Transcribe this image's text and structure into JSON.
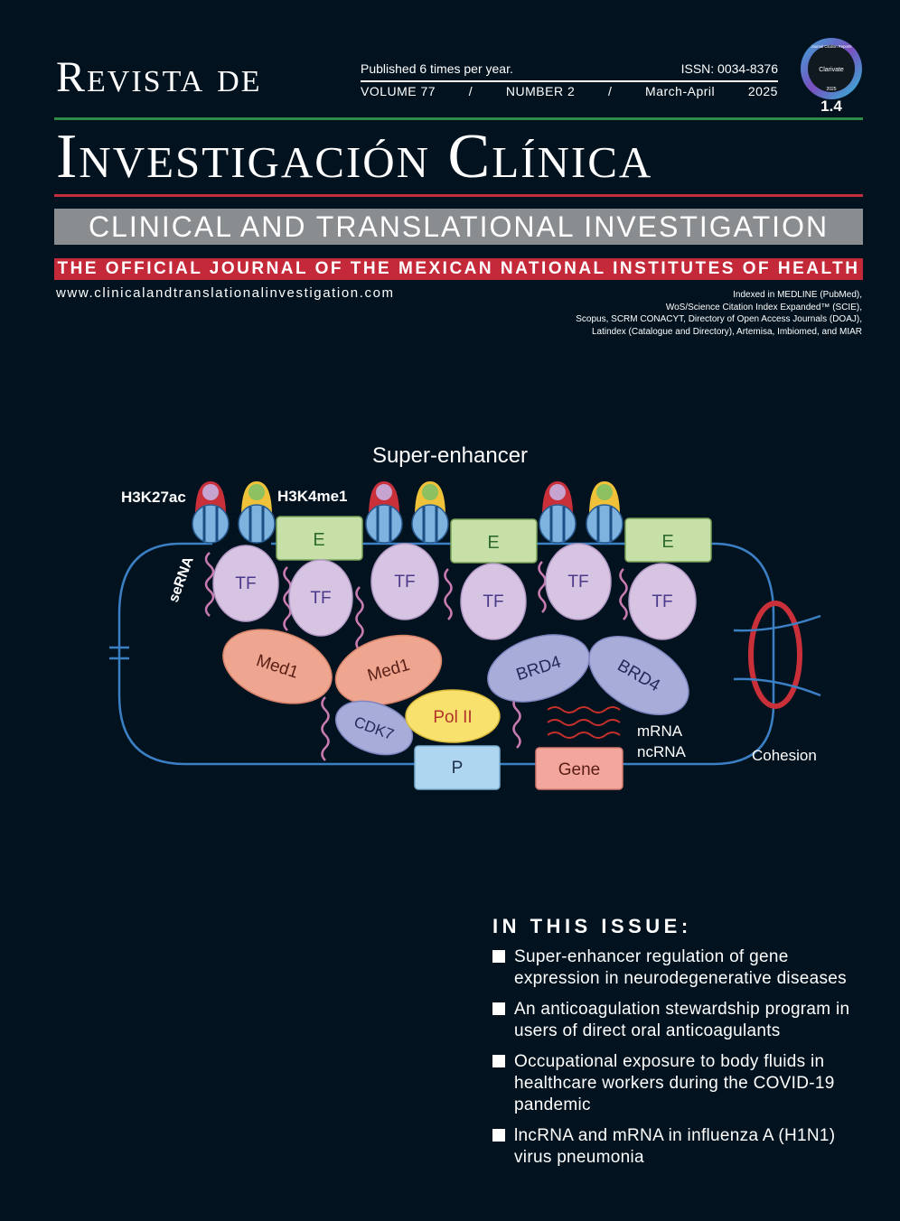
{
  "masthead": {
    "title_line1": "Revista de",
    "title_line2": "Investigación Clínica",
    "subtitle": "CLINICAL AND TRANSLATIONAL INVESTIGATION",
    "official": "THE OFFICIAL JOURNAL OF THE MEXICAN NATIONAL INSTITUTES OF HEALTH",
    "website": "www.clinicalandtranslationalinvestigation.com"
  },
  "publication": {
    "frequency": "Published 6 times per year.",
    "issn": "ISSN: 0034-8376",
    "volume": "VOLUME  77",
    "sep1": "/",
    "number": "NUMBER  2",
    "sep2": "/",
    "period": "March-April",
    "year": "2025"
  },
  "badge": {
    "ring_text": "Journal Citation Reports",
    "brand": "Clarivate",
    "year": "2025",
    "impact": "1.4"
  },
  "indexed": [
    "Indexed in MEDLINE (PubMed),",
    "WoS/Science Citation Index Expanded™ (SCIE),",
    "Scopus, SCRM CONACYT, Directory of Open Access Journals (DOAJ),",
    "Latindex (Catalogue and Directory), Artemisa, Imbiomed, and MIAR"
  ],
  "figure": {
    "title": "Super-enhancer",
    "h3k27ac": "H3K27ac",
    "h3k4me1": "H3K4me1",
    "serna": "seRNA",
    "e": "E",
    "tf": "TF",
    "med1": "Med1",
    "brd4": "BRD4",
    "cdk7": "CDK7",
    "pol2": "Pol II",
    "p": "P",
    "gene": "Gene",
    "mrna": "mRNA",
    "ncrna": "ncRNA",
    "cohesion": "Cohesion"
  },
  "issue": {
    "title": "IN THIS ISSUE:",
    "items": [
      "Super-enhancer regulation of gene expression in neurodegenerative diseases",
      "An anticoagulation stewardship program in users of direct oral anticoagulants",
      "Occupational exposure to body fluids in healthcare workers during the COVID-19 pandemic",
      "lncRNA and mRNA in influenza A (H1N1) virus pneumonia"
    ]
  },
  "colors": {
    "background": "#02131f",
    "green_rule": "#2f8a45",
    "red": "#c4293a",
    "grey_band": "#8a8d90",
    "tf": "#d7c3e2",
    "med1": "#eea690",
    "brd4": "#a8acd8",
    "e_box": "#c7e0a8",
    "pol2": "#f8e16c",
    "p_box": "#aed6f0",
    "gene_box": "#f3a69b"
  }
}
